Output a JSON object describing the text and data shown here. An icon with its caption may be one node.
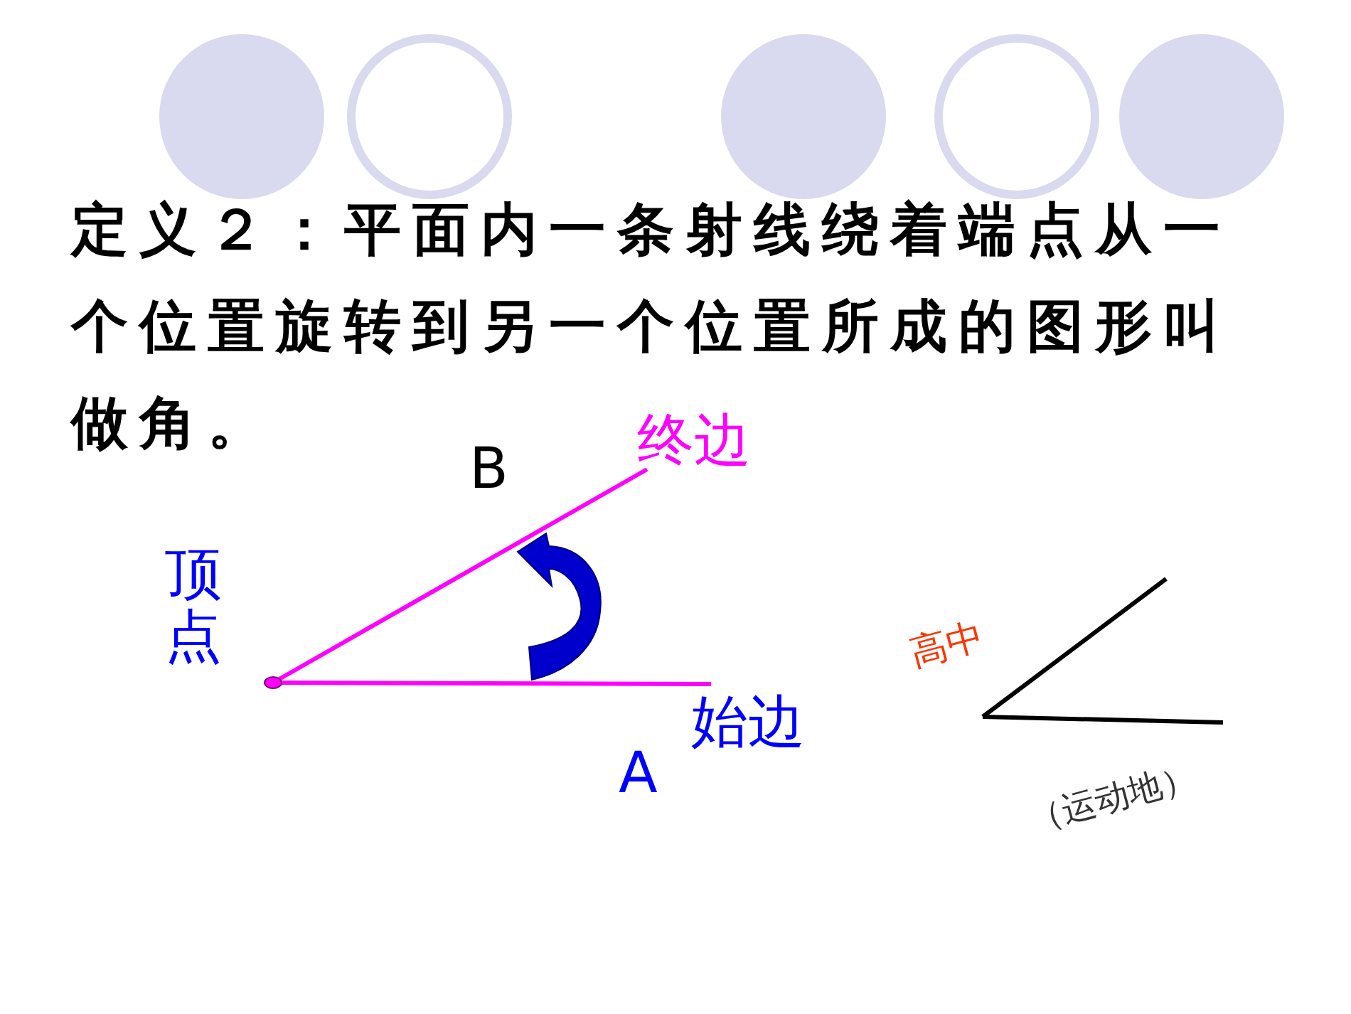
{
  "diagram": {
    "title": "定义２：平面内一条射线绕着端点从一个位置旋转到另一个位置所成的图形叫做角。",
    "labels": [
      "B",
      "终边",
      "顶点",
      "始边",
      "A",
      "高中",
      "（运动地）"
    ]
  }
}
